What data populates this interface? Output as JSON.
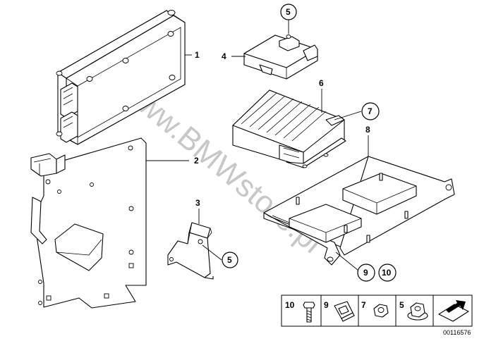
{
  "callouts": {
    "c1": "1",
    "c2": "2",
    "c3": "3",
    "c4": "4",
    "c5_top": "5",
    "c5_mid": "5",
    "c6": "6",
    "c7": "7",
    "c8": "8",
    "c9": "9",
    "c10": "10"
  },
  "legend": {
    "items": [
      {
        "number": "10",
        "icon": "bolt-icon"
      },
      {
        "number": "9",
        "icon": "clip-nut-icon"
      },
      {
        "number": "7",
        "icon": "hex-nut-icon"
      },
      {
        "number": "5",
        "icon": "flange-nut-icon"
      }
    ],
    "nav_icon": "next-arrow-icon"
  },
  "watermark": "www.BMWstore.pl",
  "diagram_id": "00116576"
}
